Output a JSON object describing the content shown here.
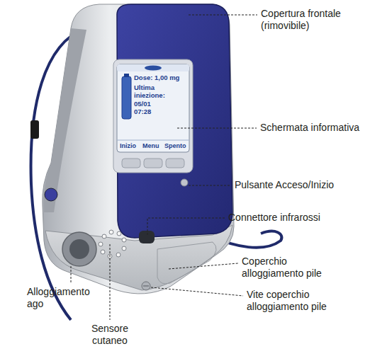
{
  "diagram": {
    "labels": [
      "Copertura frontale (rimovibile)",
      "Schermata informativa",
      "Pulsante Acceso/Inizio",
      "Connettore infrarossi",
      "Coperchio alloggiamento pile",
      "Vite coperchio alloggiamento pile",
      "Alloggiamento ago",
      "Sensore cutaneo",
      "Dose: 1,00 mg",
      "Ultima iniezione: 05/01 07:28",
      "Inizio",
      "Menu",
      "Spento"
    ]
  }
}
